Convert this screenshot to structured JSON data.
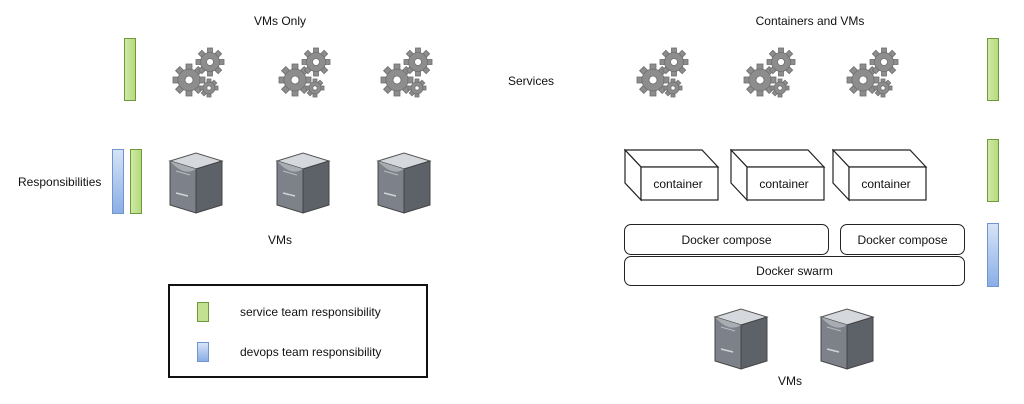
{
  "left_panel": {
    "title": "VMs Only",
    "responsibilities_label": "Responsibilities",
    "vms_label": "VMs"
  },
  "right_panel": {
    "title": "Containers and VMs",
    "services_label": "Services",
    "containers": [
      "container",
      "container",
      "container"
    ],
    "compose_boxes": [
      "Docker compose",
      "Docker compose"
    ],
    "swarm_label": "Docker swarm",
    "vms_label": "VMs"
  },
  "legend": {
    "items": [
      {
        "label": "service team responsibility",
        "color": "#b6da7d"
      },
      {
        "label": "devops team responsibility",
        "color": "#8aaee6"
      }
    ]
  },
  "icons": {
    "gear": "gears-icon",
    "server": "server-icon",
    "container": "container-box-icon"
  },
  "colors": {
    "service": "#b6da7d",
    "devops": "#8aaee6",
    "gear": "#8d8d8d",
    "server": "#7a7f86"
  }
}
